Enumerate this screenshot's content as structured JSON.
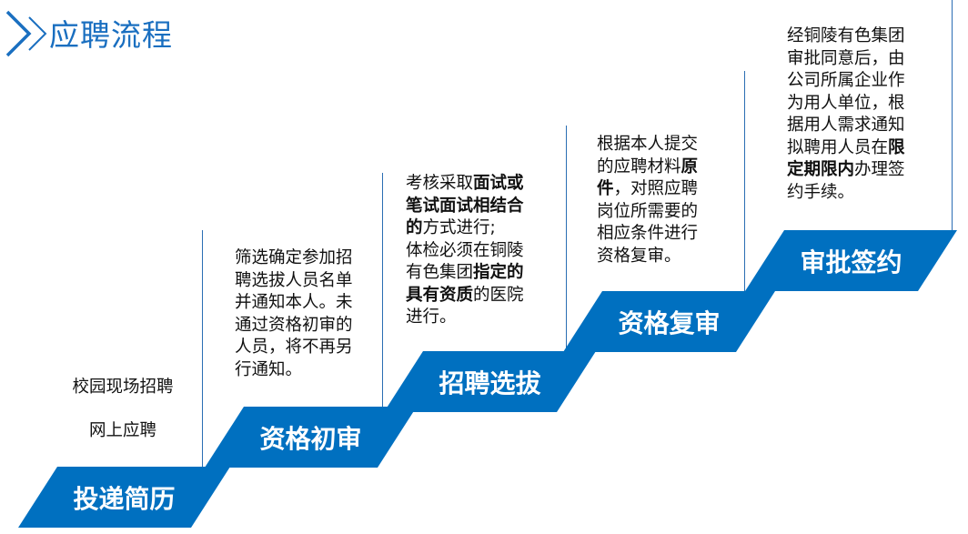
{
  "title": "应聘流程",
  "colors": {
    "accent": "#0070c0",
    "title": "#1a6fc0"
  },
  "steps": [
    {
      "label": "投递简历",
      "lines": [
        [
          {
            "t": "校园现场招聘"
          }
        ],
        [
          {
            "t": "网上应聘"
          }
        ]
      ]
    },
    {
      "label": "资格初审",
      "lines": [
        [
          {
            "t": "筛选确定参加招"
          }
        ],
        [
          {
            "t": "聘选拔人员名单"
          }
        ],
        [
          {
            "t": "并通知本人。未"
          }
        ],
        [
          {
            "t": "通过资格初审的"
          }
        ],
        [
          {
            "t": "人员，将不再另"
          }
        ],
        [
          {
            "t": "行通知。"
          }
        ]
      ]
    },
    {
      "label": "招聘选拔",
      "lines": [
        [
          {
            "t": "考核采取"
          },
          {
            "t": "面试或",
            "b": true
          }
        ],
        [
          {
            "t": "笔试面试相结合",
            "b": true
          }
        ],
        [
          {
            "t": "的",
            "b": true
          },
          {
            "t": "方式进行;"
          }
        ],
        [
          {
            "t": "体检必须在铜陵"
          }
        ],
        [
          {
            "t": "有色集团"
          },
          {
            "t": "指定的",
            "b": true
          }
        ],
        [
          {
            "t": "具有资质",
            "b": true
          },
          {
            "t": "的医院"
          }
        ],
        [
          {
            "t": "进行。"
          }
        ]
      ]
    },
    {
      "label": "资格复审",
      "lines": [
        [
          {
            "t": "根据本人提交"
          }
        ],
        [
          {
            "t": "的应聘材料"
          },
          {
            "t": "原",
            "b": true
          }
        ],
        [
          {
            "t": "件",
            "b": true
          },
          {
            "t": "，对照应聘"
          }
        ],
        [
          {
            "t": "岗位所需要的"
          }
        ],
        [
          {
            "t": "相应条件进行"
          }
        ],
        [
          {
            "t": "资格复审。"
          }
        ]
      ]
    },
    {
      "label": "审批签约",
      "lines": [
        [
          {
            "t": "经铜陵有色集团"
          }
        ],
        [
          {
            "t": "审批同意后，由"
          }
        ],
        [
          {
            "t": "公司所属企业作"
          }
        ],
        [
          {
            "t": "为用人单位，根"
          }
        ],
        [
          {
            "t": "据用人需求通知"
          }
        ],
        [
          {
            "t": "拟聘用人员在"
          },
          {
            "t": "限",
            "b": true
          }
        ],
        [
          {
            "t": "定期限内",
            "b": true
          },
          {
            "t": "办理签"
          }
        ],
        [
          {
            "t": "约手续。"
          }
        ]
      ]
    }
  ]
}
